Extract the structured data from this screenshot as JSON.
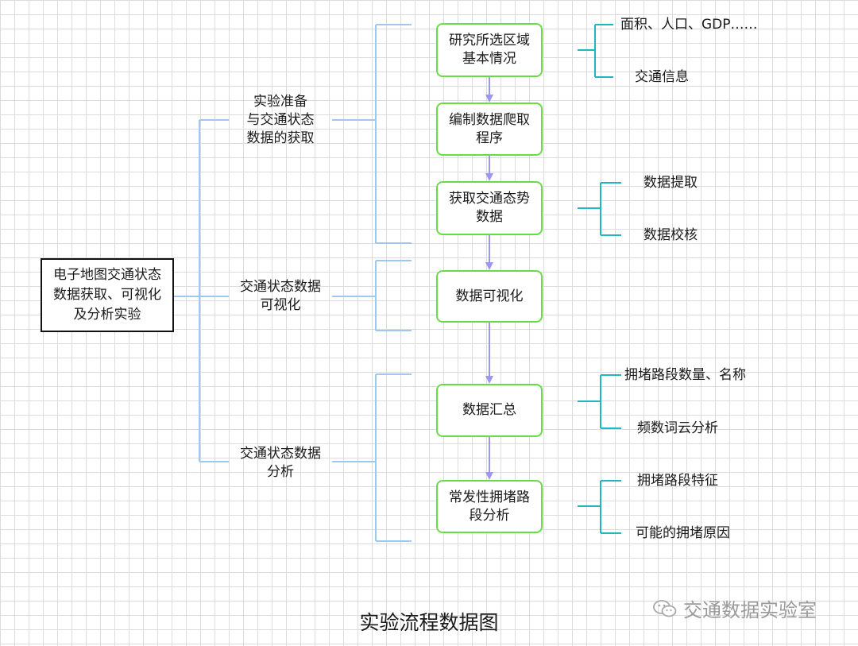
{
  "root": {
    "lines": [
      "电子地图交通状态",
      "数据获取、可视化",
      "及分析实验"
    ]
  },
  "phases": [
    {
      "lines": [
        "实验准备",
        "与交通状态",
        "数据的获取"
      ]
    },
    {
      "lines": [
        "交通状态数据",
        "可视化"
      ]
    },
    {
      "lines": [
        "交通状态数据",
        "分析"
      ]
    }
  ],
  "steps": [
    {
      "lines": [
        "研究所选区域",
        "基本情况"
      ]
    },
    {
      "lines": [
        "编制数据爬取",
        "程序"
      ]
    },
    {
      "lines": [
        "获取交通态势",
        "数据"
      ]
    },
    {
      "lines": [
        "数据可视化"
      ]
    },
    {
      "lines": [
        "数据汇总"
      ]
    },
    {
      "lines": [
        "常发性拥堵路",
        "段分析"
      ]
    }
  ],
  "details": [
    [
      "面积、人口、GDP……",
      "交通信息"
    ],
    [
      "数据提取",
      "数据校核"
    ],
    [
      "拥堵路段数量、名称",
      "频数词云分析"
    ],
    [
      "拥堵路段特征",
      "可能的拥堵原因"
    ]
  ],
  "footer": {
    "title": "实验流程数据图",
    "watermark": "交通数据实验室",
    "watermark_icon": "wechat-icon"
  },
  "colors": {
    "tree_lines": "#9ec8f2",
    "detail_lines": "#1fb8c0",
    "arrows": "#9f97ef",
    "step_border": "#66dd44",
    "root_border": "#111111"
  }
}
